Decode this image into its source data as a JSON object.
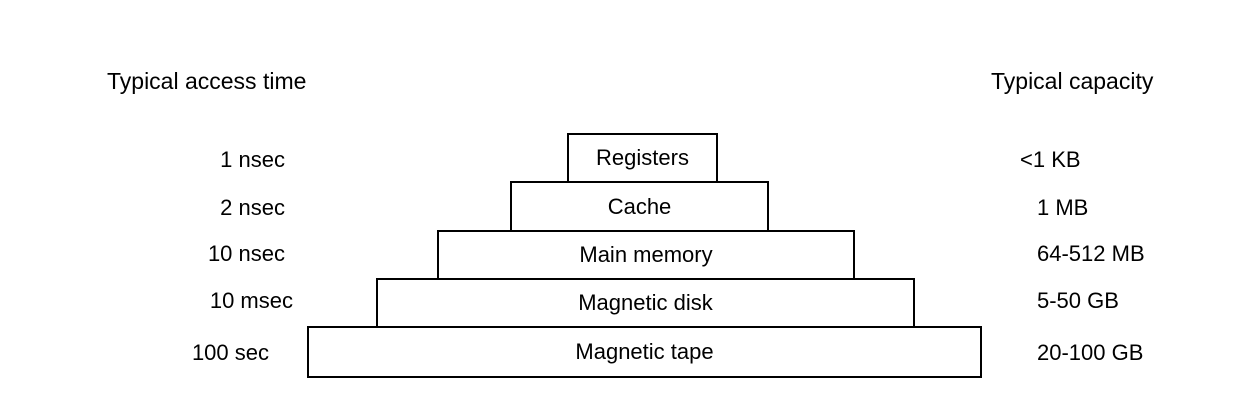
{
  "headers": {
    "access_time": "Typical access time",
    "capacity": "Typical capacity"
  },
  "levels": [
    {
      "name": "Registers",
      "access_time": "1 nsec",
      "capacity": "<1 KB"
    },
    {
      "name": "Cache",
      "access_time": "2 nsec",
      "capacity": "1 MB"
    },
    {
      "name": "Main memory",
      "access_time": "10 nsec",
      "capacity": "64-512 MB"
    },
    {
      "name": "Magnetic disk",
      "access_time": "10 msec",
      "capacity": "5-50 GB"
    },
    {
      "name": "Magnetic tape",
      "access_time": "100 sec",
      "capacity": "20-100 GB"
    }
  ]
}
